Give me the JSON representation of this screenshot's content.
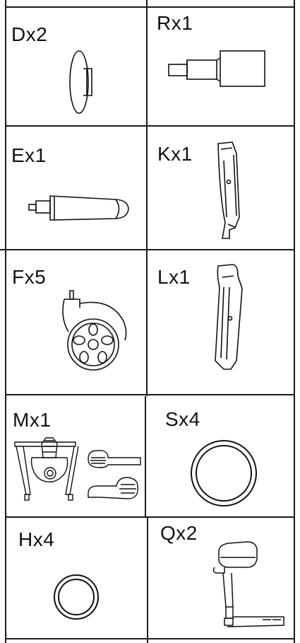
{
  "parts": [
    {
      "label": "Dx2",
      "icon": "caster-cap-icon"
    },
    {
      "label": "Rx1",
      "icon": "gas-lift-cylinder-icon"
    },
    {
      "label": "Ex1",
      "icon": "gas-lift-icon"
    },
    {
      "label": "Kx1",
      "icon": "armrest-bracket-icon"
    },
    {
      "label": "Fx5",
      "icon": "caster-wheel-icon"
    },
    {
      "label": "Lx1",
      "icon": "armrest-bracket-icon"
    },
    {
      "label": "Mx1",
      "icon": "seat-mechanism-icon"
    },
    {
      "label": "Sx4",
      "icon": "ring-washer-icon"
    },
    {
      "label": "Hx4",
      "icon": "ring-washer-icon"
    },
    {
      "label": "Qx2",
      "icon": "armrest-icon"
    }
  ]
}
